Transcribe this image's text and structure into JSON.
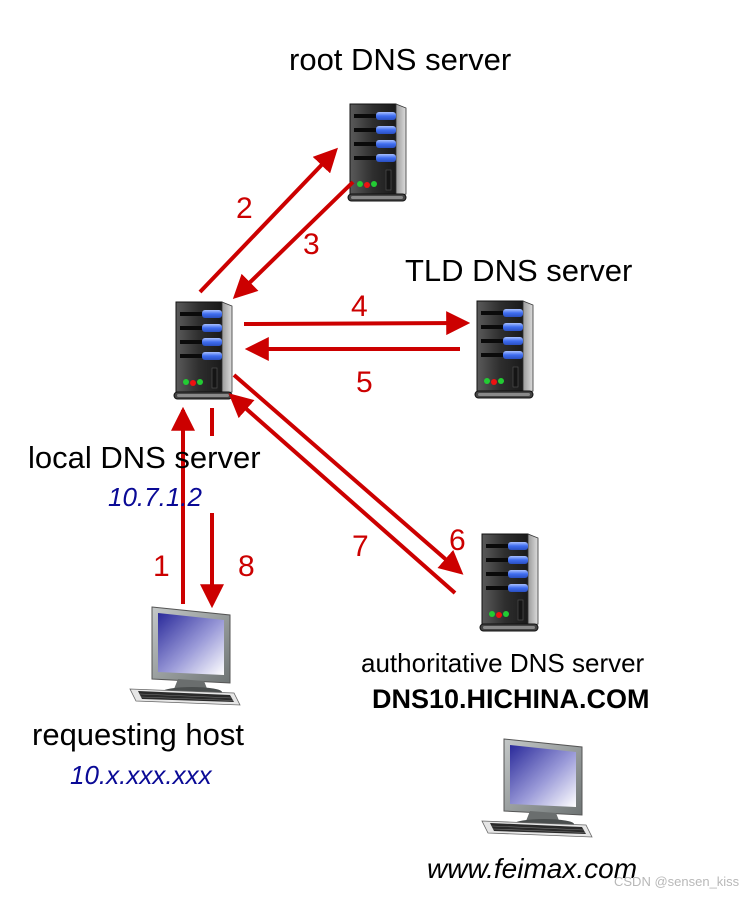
{
  "diagram": {
    "nodes": {
      "root": {
        "label": "root DNS server",
        "icon": "server-icon"
      },
      "tld": {
        "label": "TLD DNS server",
        "icon": "server-icon"
      },
      "local": {
        "label": "local DNS server",
        "ip": "10.7.1.2",
        "icon": "server-icon"
      },
      "authoritative": {
        "label": "authoritative DNS server",
        "hostname": "DNS10.HICHINA.COM",
        "icon": "server-icon"
      },
      "requesting_host": {
        "label": "requesting host",
        "ip": "10.x.xxx.xxx",
        "icon": "desktop-computer-icon"
      },
      "target": {
        "label": "www.feimax.com",
        "icon": "desktop-computer-icon"
      }
    },
    "steps": [
      {
        "n": "1",
        "from": "requesting host",
        "to": "local DNS server"
      },
      {
        "n": "2",
        "from": "local DNS server",
        "to": "root DNS server"
      },
      {
        "n": "3",
        "from": "root DNS server",
        "to": "local DNS server"
      },
      {
        "n": "4",
        "from": "local DNS server",
        "to": "TLD DNS server"
      },
      {
        "n": "5",
        "from": "TLD DNS server",
        "to": "local DNS server"
      },
      {
        "n": "6",
        "from": "local DNS server",
        "to": "authoritative DNS server"
      },
      {
        "n": "7",
        "from": "authoritative DNS server",
        "to": "local DNS server"
      },
      {
        "n": "8",
        "from": "local DNS server",
        "to": "requesting host"
      }
    ],
    "colors": {
      "arrow": "#cc0000",
      "ip_text": "#0a0a96",
      "server_led_green": "#22cc33",
      "server_led_red": "#ee1111",
      "server_accent": "#4a7cff"
    }
  },
  "watermark": "CSDN @sensen_kiss"
}
